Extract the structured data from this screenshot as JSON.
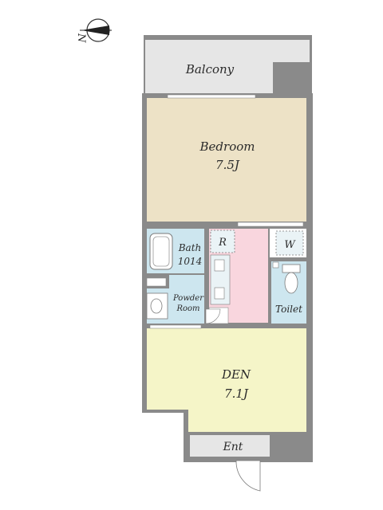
{
  "compass": {
    "letter": "N",
    "icon": "compass-north-arrow-icon"
  },
  "rooms": {
    "balcony": {
      "label": "Balcony",
      "color": "#e6e6e6"
    },
    "bedroom": {
      "label": "Bedroom",
      "size": "7.5J",
      "color": "#ede2c6"
    },
    "bath": {
      "label": "Bath",
      "size": "1014",
      "color": "#cde6ef"
    },
    "powder_room": {
      "label_line1": "Powder",
      "label_line2": "Room",
      "color": "#cde6ef"
    },
    "refrigerator": {
      "label": "R"
    },
    "washer": {
      "label": "W"
    },
    "hall": {
      "color": "#f9d6de"
    },
    "toilet": {
      "label": "Toilet",
      "color": "#cde6ef"
    },
    "den": {
      "label": "DEN",
      "size": "7.1J",
      "color": "#f5f5c8"
    },
    "entrance": {
      "label": "Ent",
      "color": "#e6e6e6"
    }
  }
}
